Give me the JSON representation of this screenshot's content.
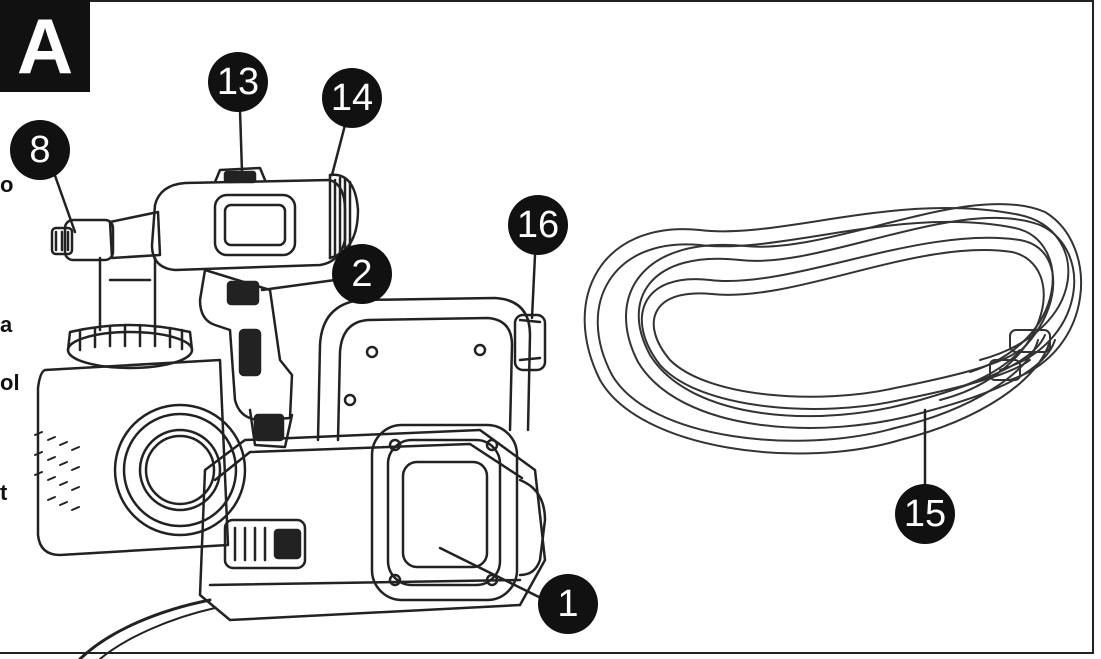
{
  "panel": {
    "letter": "A"
  },
  "edge_fragments": [
    "o",
    "a",
    "ol",
    "t"
  ],
  "callouts": [
    "8",
    "13",
    "14",
    "16",
    "2",
    "1",
    "15"
  ],
  "colors": {
    "ink": "#111111",
    "paper": "#ffffff"
  }
}
